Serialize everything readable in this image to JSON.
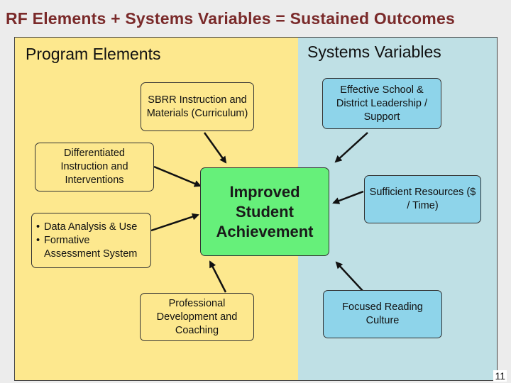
{
  "title": "RF Elements + Systems Variables = Sustained Outcomes",
  "left_heading": "Program Elements",
  "right_heading": "Systems Variables",
  "boxes": {
    "curriculum": "SBRR Instruction and Materials (Curriculum)",
    "differentiated": "Differentiated Instruction and Interventions",
    "data_items": [
      "Data Analysis & Use",
      "Formative Assessment System"
    ],
    "center": "Improved Student Achievement",
    "professional": "Professional Development and Coaching",
    "leadership": "Effective School & District Leadership / Support",
    "resources": "Sufficient Resources ($ / Time)",
    "reading": "Focused Reading Culture"
  },
  "page_number": "11",
  "colors": {
    "title": "#7a2a2a",
    "left_panel": "#fde88e",
    "right_panel": "#bfe0e5",
    "center_box": "#66f07a",
    "blue_box": "#8ed4ea"
  }
}
